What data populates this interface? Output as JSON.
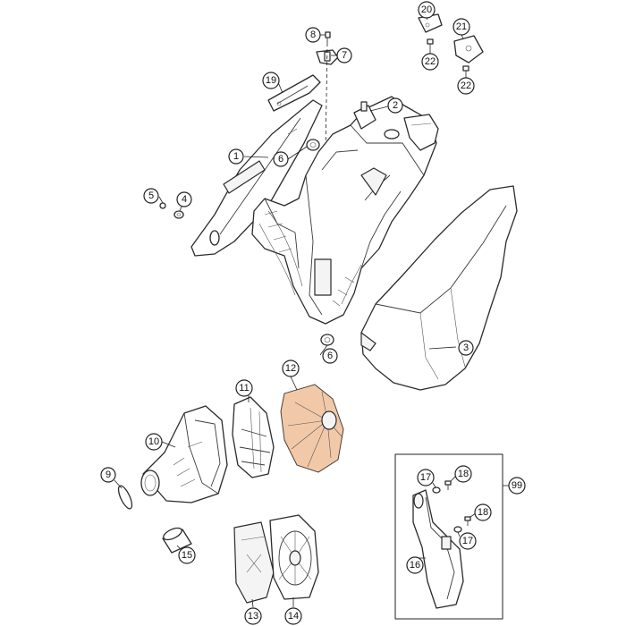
{
  "callouts": {
    "c1": "1",
    "c2": "2",
    "c3": "3",
    "c4": "4",
    "c5": "5",
    "c6a": "6",
    "c6b": "6",
    "c7": "7",
    "c8": "8",
    "c9": "9",
    "c10": "10",
    "c11": "11",
    "c12": "12",
    "c13": "13",
    "c14": "14",
    "c15": "15",
    "c16": "16",
    "c17a": "17",
    "c17b": "17",
    "c18a": "18",
    "c18b": "18",
    "c19": "19",
    "c20": "20",
    "c21": "21",
    "c22a": "22",
    "c22b": "22",
    "c99": "99"
  },
  "colors": {
    "accent": "#f2c9a8",
    "line": "#2b2b2b"
  }
}
